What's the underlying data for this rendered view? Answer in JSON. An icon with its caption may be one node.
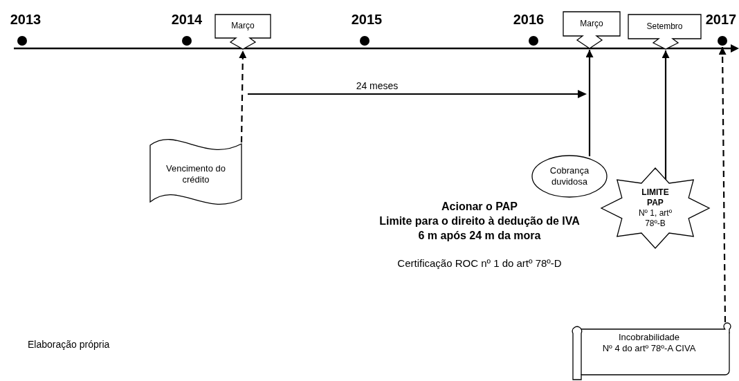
{
  "diagram": {
    "caption": "Elaboração própria",
    "nodes": [
      {
        "text": [],
        "shape": "circle",
        "beside": [
          "2013"
        ]
      },
      {
        "text": [],
        "shape": "circle",
        "beside": [
          "2014"
        ]
      },
      {
        "text": [
          "Março"
        ]
      },
      {
        "text": [],
        "shape": "circle",
        "beside": [
          "2015"
        ]
      },
      {
        "text": [],
        "shape": "circle",
        "beside": [
          "2016"
        ]
      },
      {
        "text": [
          "Março"
        ]
      },
      {
        "text": [
          "Setembro"
        ]
      },
      {
        "text": [],
        "shape": "circle",
        "beside": [
          "2017"
        ]
      },
      {
        "text": [
          "Vencimento do crédito"
        ]
      },
      {
        "text": [
          "Cobrança duvidosa"
        ]
      },
      {
        "text": [
          "LIMITE PAP",
          "Nº 1, artº 78º-B"
        ]
      },
      {
        "text": [
          "Incobrabilidade",
          "Nº 4 do artº 78º-A CIVA"
        ]
      },
      {
        "text": [],
        "shape": "bar"
      }
    ],
    "edges": [
      {
        "from": 8,
        "to": 2,
        "arrow": "to",
        "style": "dashed"
      },
      {
        "from": 9,
        "to": 5,
        "arrow": "to"
      },
      {
        "from": 10,
        "to": 6,
        "arrow": "to"
      },
      {
        "from": 11,
        "to": 7,
        "arrow": "to",
        "style": "dashed"
      }
    ],
    "labels": [
      "24 meses",
      "Acionar o PAP",
      "Limite para o direito à dedução de IVA",
      "6 m após 24 m da mora",
      "Certificação ROC nº 1 do artº 78º-D"
    ]
  }
}
